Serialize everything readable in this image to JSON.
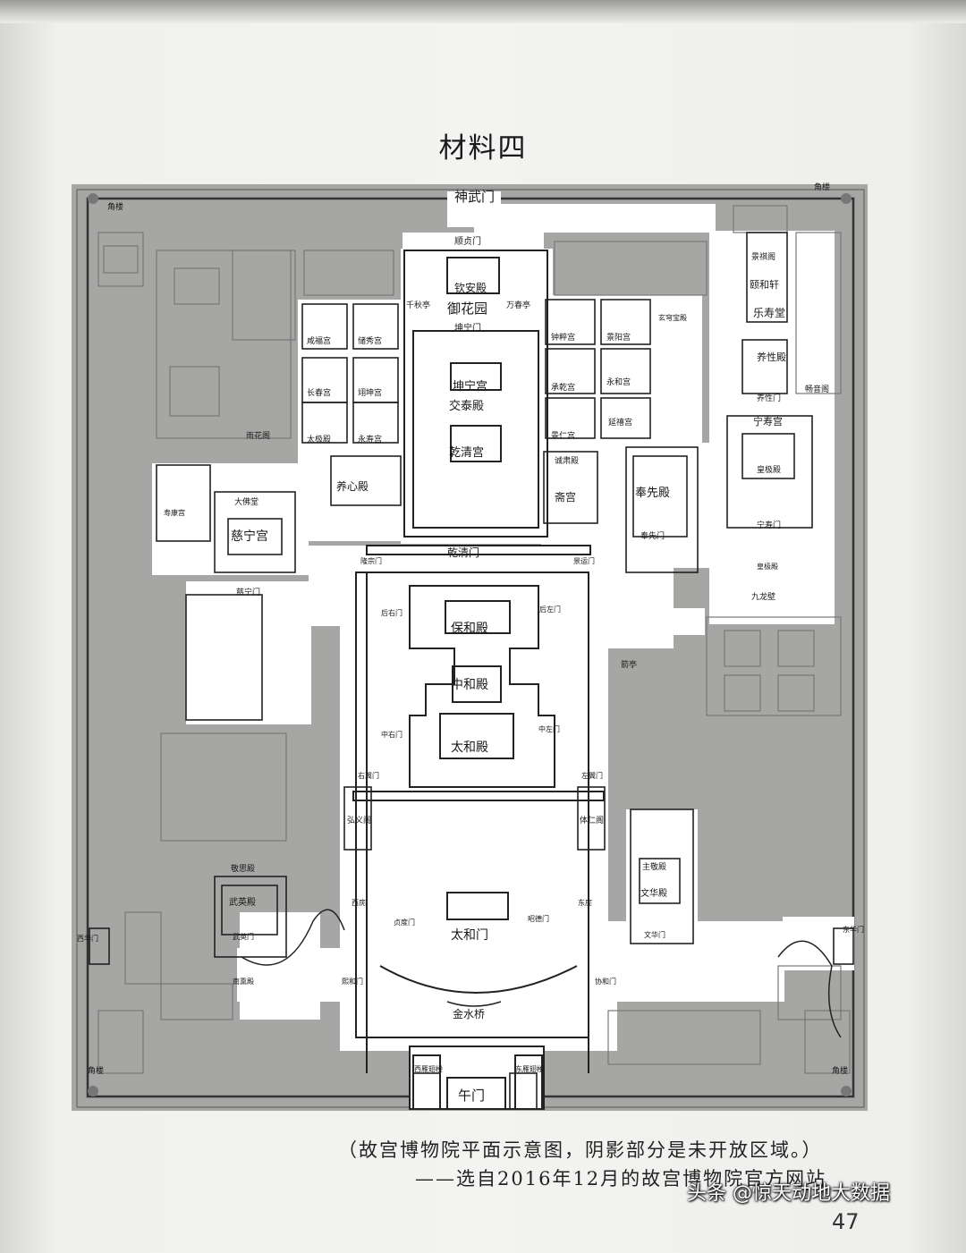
{
  "title": "材料四",
  "caption": {
    "line1": "（故宫博物院平面示意图，阴影部分是未开放区域。）",
    "line2": "——选自2016年12月的故宫博物院官方网站"
  },
  "watermark": "头条 @惊天动地大数据",
  "page_number": "47",
  "colors": {
    "closed_area": "#a6a6a4",
    "open_area": "#ffffff",
    "outline": "#222222"
  },
  "labels": {
    "shenwumen": "神武门",
    "jiaolou": "角楼",
    "shunzhenmen": "顺贞门",
    "qinandian": "钦安殿",
    "yuhuayuan": "御花园",
    "qianqiuting": "千秋亭",
    "wanchunting": "万春亭",
    "kunningmen": "坤宁门",
    "kunninggong": "坤宁宫",
    "jiaotaidian": "交泰殿",
    "qianqinggong": "乾清宫",
    "qianqingmen": "乾清门",
    "xianfugong": "咸福宫",
    "chuxiugong": "储秀宫",
    "changchungong": "长春宫",
    "yikungong": "翊坤宫",
    "taijidian": "太极殿",
    "yongshougong": "永寿宫",
    "yuhuage": "雨花阁",
    "yangxindian": "养心殿",
    "zhongcuigong": "钟粹宫",
    "jingyanggong": "景阳宫",
    "chengqiangong": "承乾宫",
    "yonghegong": "永和宫",
    "jingrengong": "景仁宫",
    "yanxigong": "延禧宫",
    "zhaigong": "斋宫",
    "fengxiandian": "奉先殿",
    "fengxianmen": "奉先门",
    "xuanqiongbaodian": "玄穹宝殿",
    "chengjiadian": "诚肃殿",
    "jingqige": "景祺阁",
    "yihexuan": "颐和轩",
    "leshoutang": "乐寿堂",
    "yangxingdian": "养性殿",
    "yangxingmen": "养性门",
    "changyinge": "畅音阁",
    "ningshougong": "宁寿宫",
    "huangjidian": "皇极殿",
    "ningshoumen": "宁寿门",
    "jiulongbi": "九龙壁",
    "shoukanggong": "寿康宫",
    "dafotang": "大佛堂",
    "cininggong": "慈宁宫",
    "ciningmen": "慈宁门",
    "longzongmen": "隆宗门",
    "jingyunmen": "景运门",
    "baohedian": "保和殿",
    "zhonghedian": "中和殿",
    "taihedian": "太和殿",
    "taihemen": "太和门",
    "jinshuiqiao": "金水桥",
    "wumen": "午门",
    "hongyige": "弘义阁",
    "tirenge": "体仁阁",
    "youyimen": "右翼门",
    "zuoyimen": "左翼门",
    "houyoumen": "后右门",
    "houzuomen": "后左门",
    "zhongyoumen": "中右门",
    "zhongzuomen": "中左门",
    "xilou": "西庑",
    "donglou": "东庑",
    "zhendongmen": "贞度门",
    "zhaodemen": "昭德门",
    "xiechemen": "协和门",
    "xihemen": "熙和门",
    "jingsidian": "敬思殿",
    "wuyingdian": "武英殿",
    "wuyingmen": "武英门",
    "zhujingdian": "主敬殿",
    "wenhuadian": "文华殿",
    "wenhuamen": "文华门",
    "xihuamen": "西华门",
    "donghuamen": "东华门",
    "xiyanchilou": "西雁翅楼",
    "dongyanchilou": "东雁翅楼",
    "jianting": "箭亭",
    "nanxundian": "南熏殿"
  }
}
